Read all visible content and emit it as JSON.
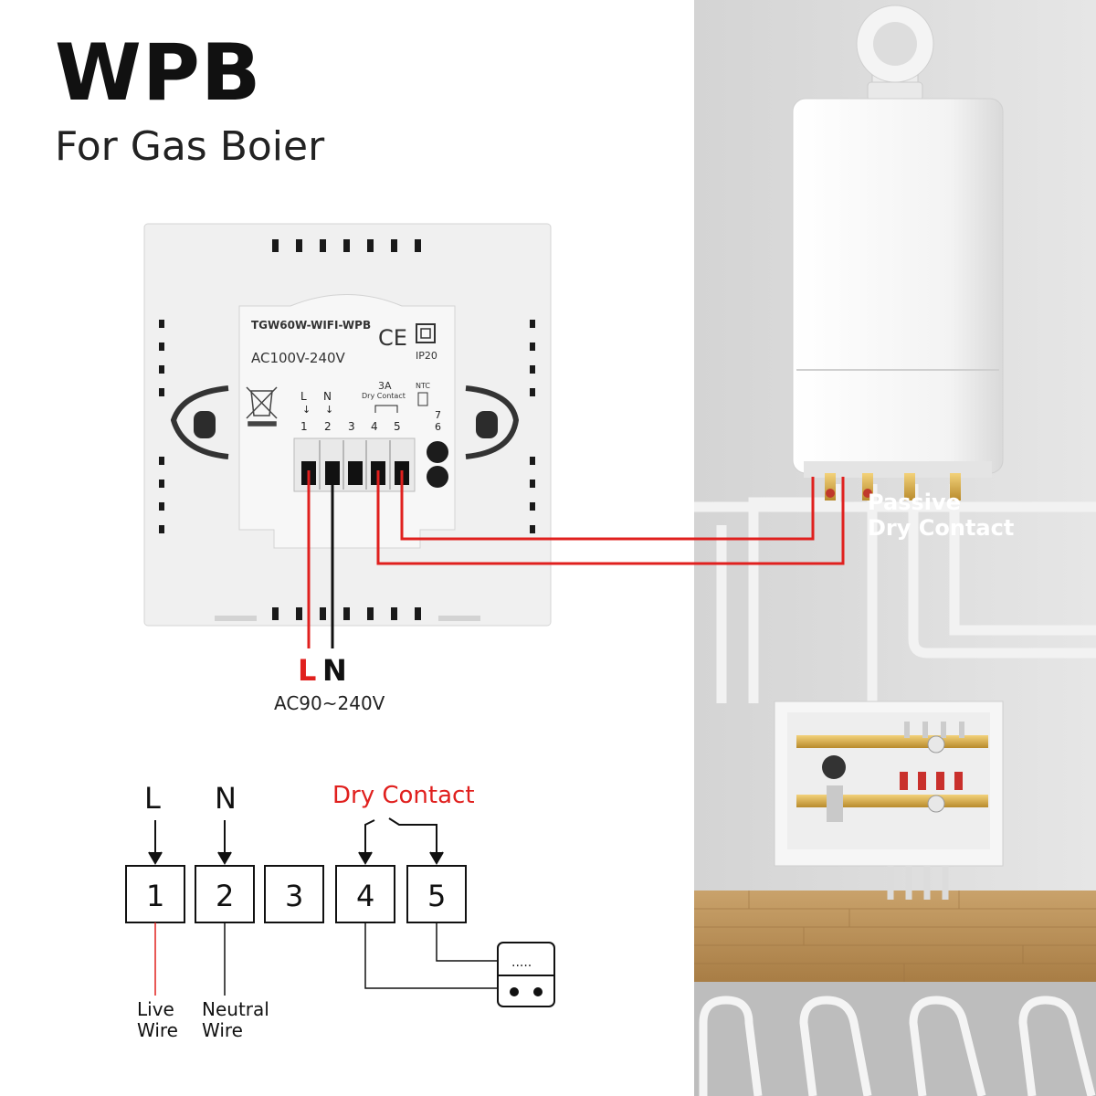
{
  "header": {
    "title": "WPB",
    "subtitle": "For Gas Boier"
  },
  "device": {
    "model": "TGW60W-WIFI-WPB",
    "ce_mark": "CE",
    "voltage_rating": "AC100V-240V",
    "ip_rating": "IP20",
    "relay_rating": "3A",
    "relay_type": "Dry Contact",
    "ntc_label": "NTC",
    "terminal_labels": [
      "L",
      "N"
    ],
    "terminal_numbers": [
      "1",
      "2",
      "3",
      "4",
      "5"
    ],
    "ntc_terminals": [
      "7",
      "6"
    ]
  },
  "power": {
    "live": "L",
    "neutral": "N",
    "voltage": "AC90~240V"
  },
  "boiler": {
    "contact_label_line1": "Passive",
    "contact_label_line2": "Dry Contact"
  },
  "schematic": {
    "dry_contact_title": "Dry Contact",
    "top_labels": [
      "L",
      "N"
    ],
    "terminals": [
      "1",
      "2",
      "3",
      "4",
      "5"
    ],
    "live_line1": "Live",
    "live_line2": "Wire",
    "neutral_line1": "Neutral",
    "neutral_line2": "Wire",
    "boiler_display": "....."
  },
  "colors": {
    "red": "#e0201e",
    "black": "#111111",
    "panel": "#f2f2f2",
    "wall": "#dcdcdc"
  }
}
